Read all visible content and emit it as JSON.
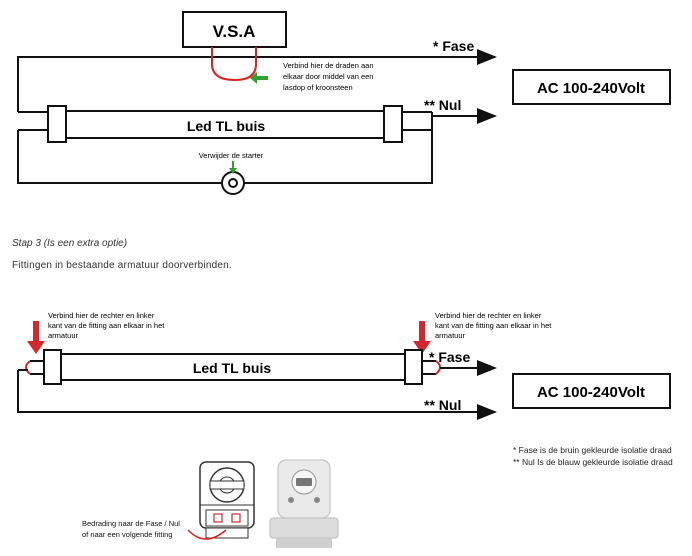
{
  "diagram1": {
    "vsa_label": "V.S.A",
    "fase_label": "* Fase",
    "nul_label": "** Nul",
    "ac_label": "AC 100-240Volt",
    "tube_label": "Led TL buis",
    "connect_note_lines": [
      "Verbind hier de draden aan",
      "elkaar door middel van een",
      "lasdop of kroonsteen"
    ],
    "starter_note": "Verwijder de starter"
  },
  "step3": {
    "title": "Stap 3 (Is een extra optie)",
    "description": "Fittingen in bestaande armatuur doorverbinden."
  },
  "diagram2": {
    "left_note_lines": [
      "Verbind hier de rechter en linker",
      "kant van de fitting aan elkaar in het",
      "armatuur"
    ],
    "right_note_lines": [
      "Verbind hier de rechter en linker",
      "kant van de fitting aan elkaar in het",
      "armatuur"
    ],
    "fase_label": "* Fase",
    "nul_label": "** Nul",
    "ac_label": "AC 100-240Volt",
    "tube_label": "Led TL buis"
  },
  "footnotes": {
    "fase_note": "*  Fase is de bruin gekleurde isolatie draad",
    "nul_note": "** Nul Is de blauw gekleurde isolatie draad"
  },
  "fitting_note_lines": [
    "Bedrading naar de Fase / Nul",
    "of naar een volgende fitting"
  ],
  "colors": {
    "wire": "#111111",
    "red_wire": "#e02020",
    "red_arrow": "#d8262b",
    "green_arrow": "#2fa12f"
  }
}
